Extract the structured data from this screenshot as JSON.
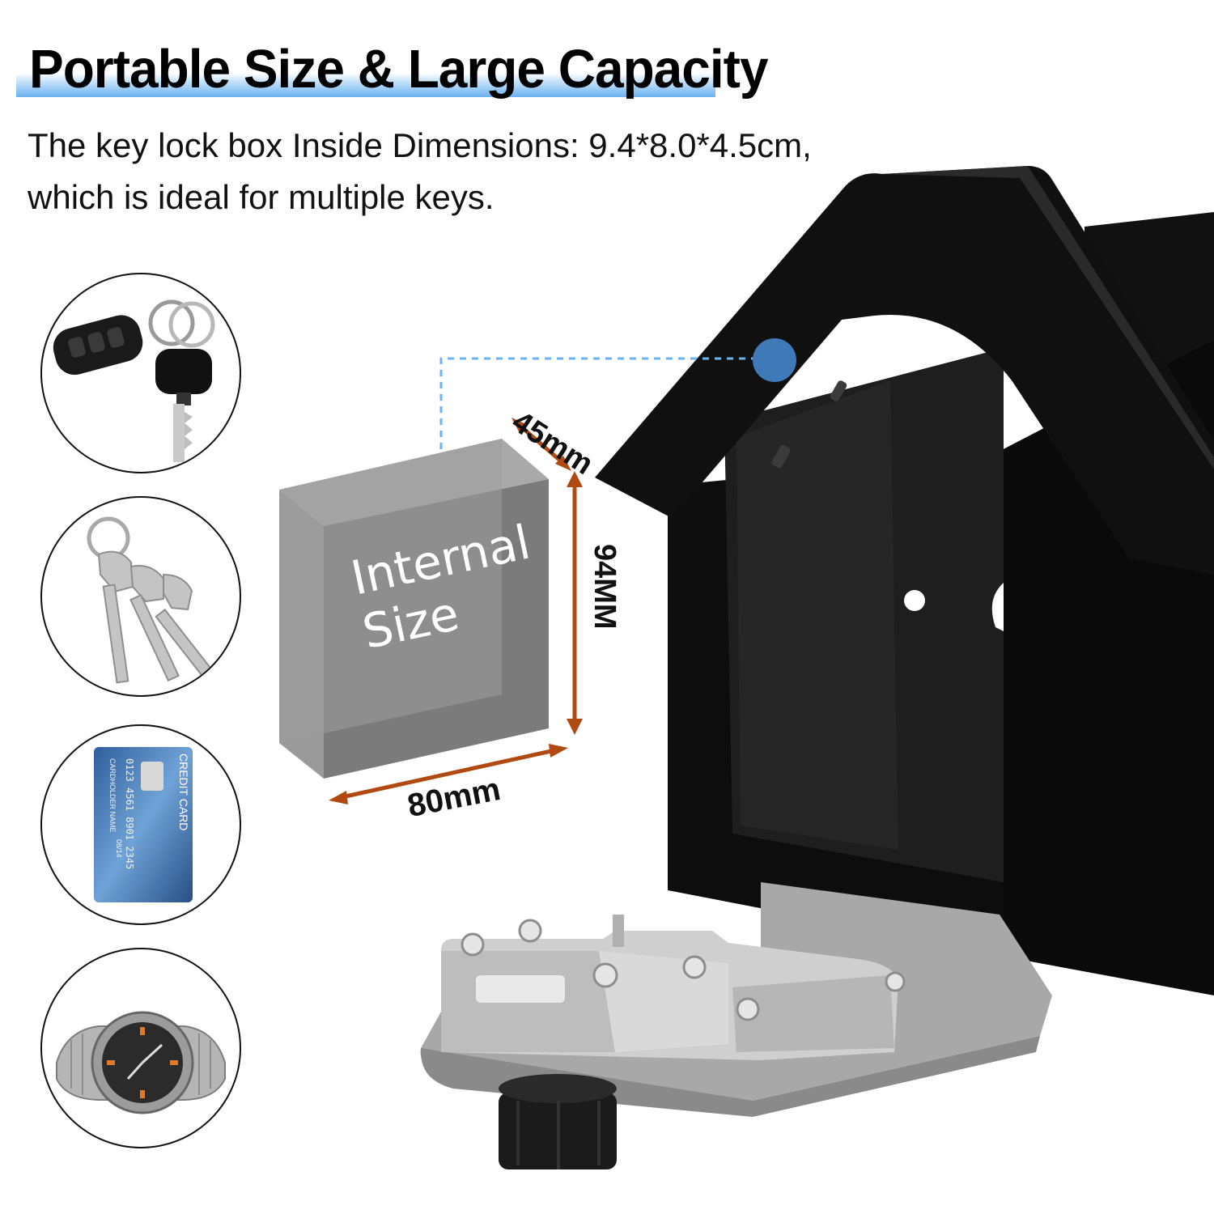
{
  "header": {
    "title": "Portable Size & Large Capacity"
  },
  "description": {
    "line1": "The key lock box Inside Dimensions: 9.4*8.0*4.5cm,",
    "line2": "which is ideal for multiple keys."
  },
  "capacity_items": [
    {
      "icon": "car-key-fob-icon"
    },
    {
      "icon": "key-ring-icon"
    },
    {
      "icon": "credit-card-icon"
    },
    {
      "icon": "wristwatch-icon"
    }
  ],
  "credit_card": {
    "label": "CREDIT CARD",
    "number": "0123 4561 8901 2345",
    "holder": "CARDHOLDER NAME",
    "expiry": "08/14"
  },
  "diagram": {
    "internal_line1": "Internal",
    "internal_line2": "Size",
    "depth_label": "45mm",
    "height_label": "94MM",
    "width_label": "80mm"
  },
  "colors": {
    "accent_blue": "#6ab2f0",
    "dimension_arrow": "#b04a12",
    "marker_dot": "#3f79b8",
    "box_black": "#0c0c0c"
  }
}
